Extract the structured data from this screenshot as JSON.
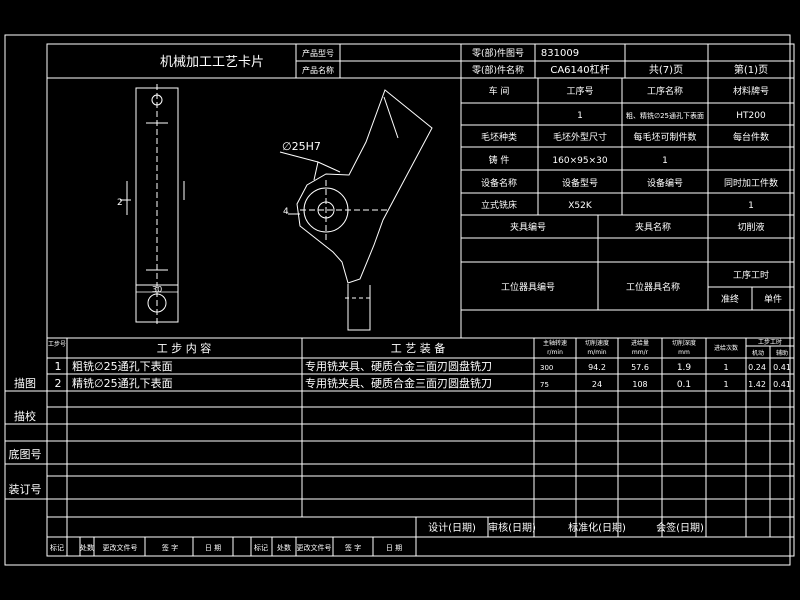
{
  "card": {
    "title": "机械加工工艺卡片",
    "product_model_label": "产品型号",
    "product_name_label": "产品名称",
    "part_no_label": "零(部)件图号",
    "part_name_label": "零(部)件名称",
    "part_no_value": "831009",
    "part_name_value": "CA6140杠杆",
    "total_pages": "共(7)页",
    "page_no": "第(1)页"
  },
  "process_info": {
    "workshop_label": "车  间",
    "op_no_label": "工序号",
    "op_name_label": "工序名称",
    "material_label": "材料牌号",
    "op_no_value": "1",
    "op_name_value": "粗、精铣∅25通孔下表面",
    "material_value": "HT200",
    "blank_type_label": "毛坯种类",
    "blank_size_label": "毛坯外型尺寸",
    "parts_per_blank_label": "每毛坯可制件数",
    "units_per_machine_label": "每台件数",
    "blank_type_value": "铸  件",
    "blank_size_value": "160×95×30",
    "parts_per_blank_value": "1",
    "equip_name_label": "设备名称",
    "equip_model_label": "设备型号",
    "equip_no_label": "设备编号",
    "simul_parts_label": "同时加工件数",
    "equip_name_value": "立式铣床",
    "equip_model_value": "X52K",
    "simul_parts_value": "1",
    "fixture_no_label": "夹具编号",
    "fixture_name_label": "夹具名称",
    "coolant_label": "切削液",
    "station_tool_no_label": "工位器具编号",
    "station_tool_name_label": "工位器具名称",
    "op_time_label": "工序工时",
    "prep_label": "准终",
    "unit_time_label": "单件"
  },
  "drawing": {
    "dim_left": "2",
    "dim_width": "30",
    "dim_bore": "∅25H7",
    "dim_side": "4"
  },
  "steps": {
    "step_no_header": "工步号",
    "step_content_header": "工  步  内  容",
    "equipment_header": "工  艺  装  备",
    "spindle_speed_header": [
      "主轴转速",
      "r/min"
    ],
    "cutting_speed_header": [
      "切削速度",
      "m/min"
    ],
    "feed_header": [
      "进给量",
      "mm/r"
    ],
    "depth_header": [
      "切削深度",
      "mm"
    ],
    "passes_header": "进给次数",
    "time_header": [
      "工步工时",
      "机动",
      "辅助"
    ],
    "rows": [
      {
        "no": "1",
        "content": "粗铣∅25通孔下表面",
        "equip": "专用铣夹具、硬质合金三面刃圆盘铣刀",
        "speed": "300",
        "cut_speed": "94.2",
        "feed": "57.6",
        "depth": "1.9",
        "passes": "1",
        "machine": "0.24",
        "aux": "0.41"
      },
      {
        "no": "2",
        "content": "精铣∅25通孔下表面",
        "equip": "专用铣夹具、硬质合金三面刃圆盘铣刀",
        "speed": "75",
        "cut_speed": "24",
        "feed": "108",
        "depth": "0.1",
        "passes": "1",
        "machine": "1.42",
        "aux": "0.41"
      }
    ]
  },
  "side_labels": [
    "描图",
    "描校",
    "底图号",
    "装订号"
  ],
  "signoff": {
    "design": "设计(日期)",
    "review": "审核(日期)",
    "standard": "标准化(日期)",
    "countersign": "会签(日期)",
    "mark": "标记",
    "count": "处数",
    "change_doc": "更改文件号",
    "sign": "签  字",
    "date": "日  期"
  }
}
